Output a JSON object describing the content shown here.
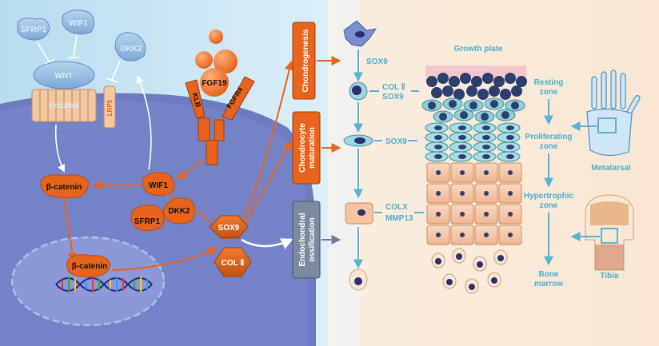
{
  "signaling": {
    "sfrp1_top": "SFRP1",
    "wif1_top": "WIF1",
    "dkk2_top": "DKK2",
    "wnt": "WNT",
    "frizzled": "Frizzled",
    "lrp5": "LRP5",
    "fgf19": "FGF19",
    "klb": "KLB",
    "fgfr4": "FGFR4",
    "beta_catenin_cyto": "β-catenin",
    "beta_catenin_nuc": "β-catenin",
    "wif1_inner": "WIF1",
    "dkk2_inner": "DKK2",
    "sfrp1_inner": "SFRP1",
    "sox9_hex": "SOX9",
    "col2_hex": "COL Ⅱ"
  },
  "stages": {
    "chondrogenesis": "Chondrogenesis",
    "maturation_line1": "Chondrocyte",
    "maturation_line2": "maturation",
    "ossification_line1": "Endochondral",
    "ossification_line2": "ossification"
  },
  "markers": {
    "sox9_a": "SOX9",
    "col2": "COL Ⅱ",
    "sox9_b": "SOX9",
    "sox9_c": "SOX9",
    "colx": "COLX",
    "mmp13": "MMP13"
  },
  "growth_plate": {
    "title": "Growth plate",
    "resting_1": "Resting",
    "resting_2": "zone",
    "prolif_1": "Proliferating",
    "prolif_2": "zone",
    "hyper_1": "Hypertrophic",
    "hyper_2": "zone",
    "marrow_1": "Bone",
    "marrow_2": "marrow",
    "metatarsal": "Metatarsal",
    "tibia": "Tibia"
  },
  "colors": {
    "orange": "#e8641c",
    "orange_dark": "#b84a10",
    "blue_label": "#4aaed0",
    "cell_blue": "#6f7fbf",
    "nucleus_purple": "#7a74c0",
    "stage_box": "#e8641c",
    "ossification_box": "#7b8a9e"
  }
}
